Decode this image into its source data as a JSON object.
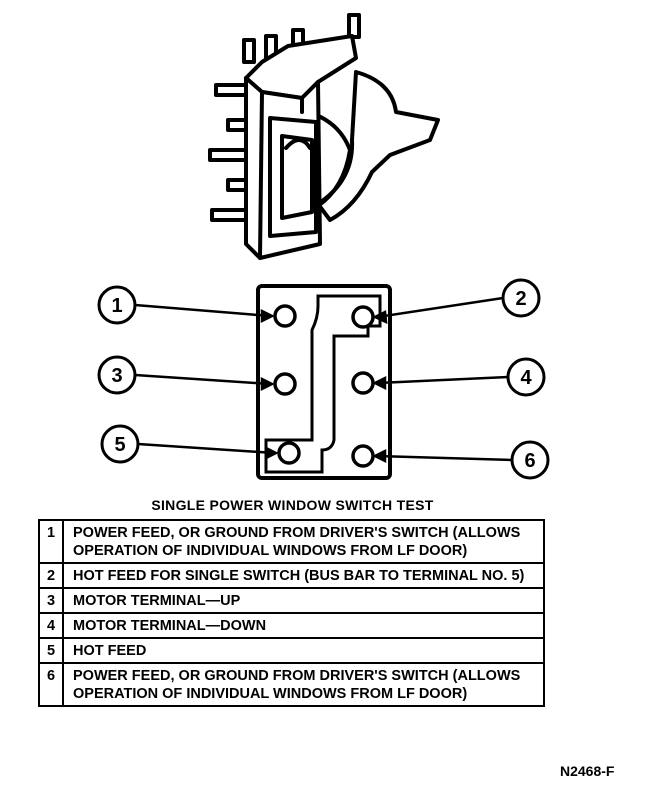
{
  "figure": {
    "title": "SINGLE POWER WINDOW SWITCH TEST",
    "id": "N2468-F"
  },
  "terminals": [
    {
      "number": "1",
      "description": "POWER FEED, OR GROUND FROM DRIVER'S SWITCH (ALLOWS OPERATION OF INDIVIDUAL WINDOWS FROM LF DOOR)"
    },
    {
      "number": "2",
      "description": "HOT FEED FOR SINGLE SWITCH (BUS BAR TO TERMINAL NO. 5)"
    },
    {
      "number": "3",
      "description": "MOTOR TERMINAL—UP"
    },
    {
      "number": "4",
      "description": "MOTOR TERMINAL—DOWN"
    },
    {
      "number": "5",
      "description": "HOT FEED"
    },
    {
      "number": "6",
      "description": "POWER FEED, OR GROUND FROM DRIVER'S SWITCH (ALLOWS OPERATION OF INDIVIDUAL WINDOWS FROM LF DOOR)"
    }
  ]
}
